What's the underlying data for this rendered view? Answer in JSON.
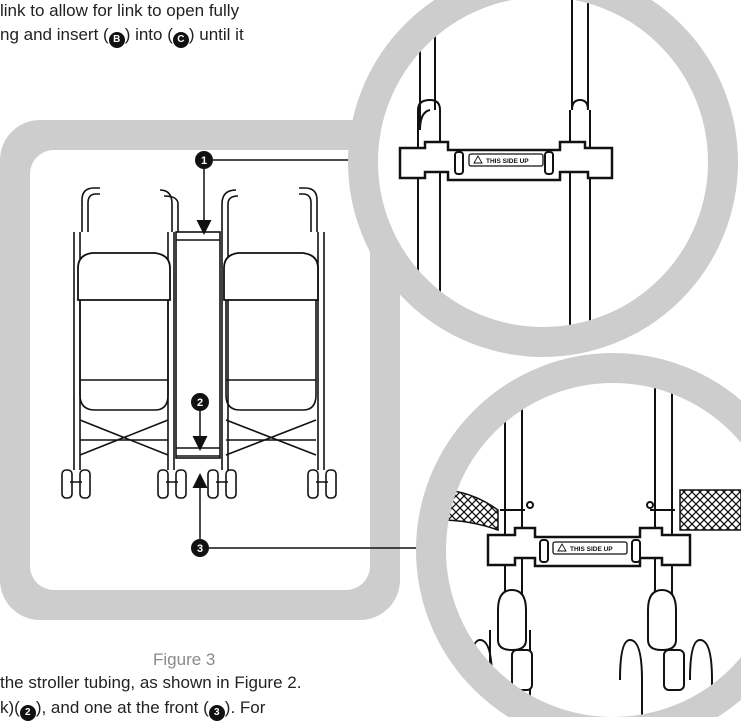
{
  "instructions": {
    "line1": "link to allow for link to open fully",
    "line2_part1": "ng and insert (",
    "line2_badge1": "B",
    "line2_part2": ") into (",
    "line2_badge2": "C",
    "line2_part3": ") until it",
    "line3": "the stroller tubing, as shown in Figure 2.",
    "line4_part1": "k)(",
    "line4_badge1": "2",
    "line4_part2": "), and one at the front (",
    "line4_badge2": "3",
    "line4_part3": "). For"
  },
  "figure": {
    "caption": "Figure 3",
    "callouts": [
      "1",
      "2",
      "3"
    ],
    "label_top": "THIS SIDE UP",
    "label_bottom": "THIS SIDE UP"
  }
}
